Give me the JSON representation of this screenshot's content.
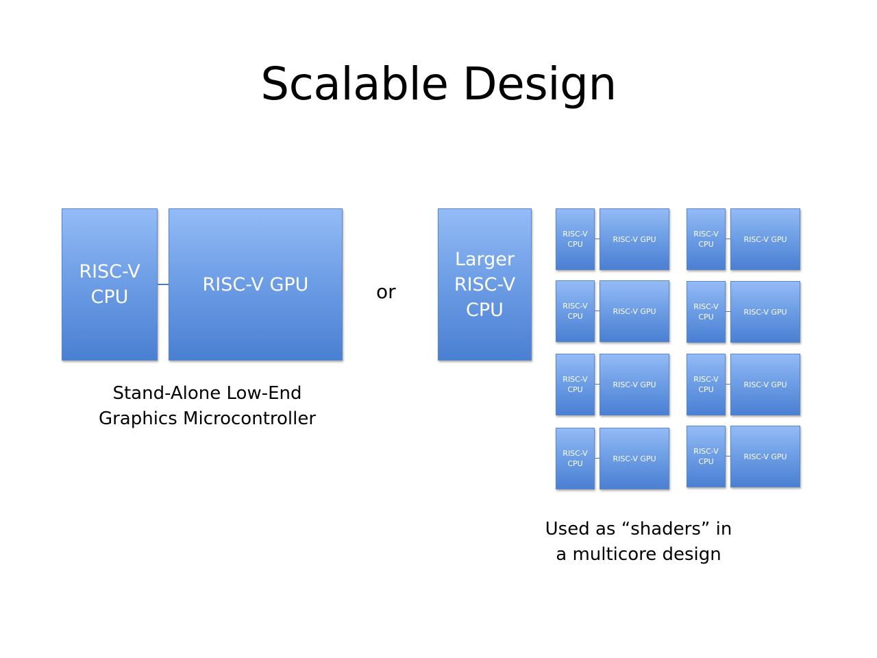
{
  "title": "Scalable Design",
  "or_label": "or",
  "standalone": {
    "cpu_label": "RISC-V\nCPU",
    "gpu_label": "RISC-V GPU",
    "caption": "Stand-Alone Low-End\nGraphics Microcontroller"
  },
  "multicore": {
    "large_cpu_label": "Larger\nRISC-V\nCPU",
    "unit_cpu_label": "RISC-V\nCPU",
    "unit_gpu_label": "RISC-V GPU",
    "caption": "Used as “shaders” in\na multicore design"
  },
  "colors": {
    "box_top": "#94bbf6",
    "box_bottom": "#4a7fd2",
    "box_text": "#ffffff",
    "connector": "#4a7bbd"
  }
}
